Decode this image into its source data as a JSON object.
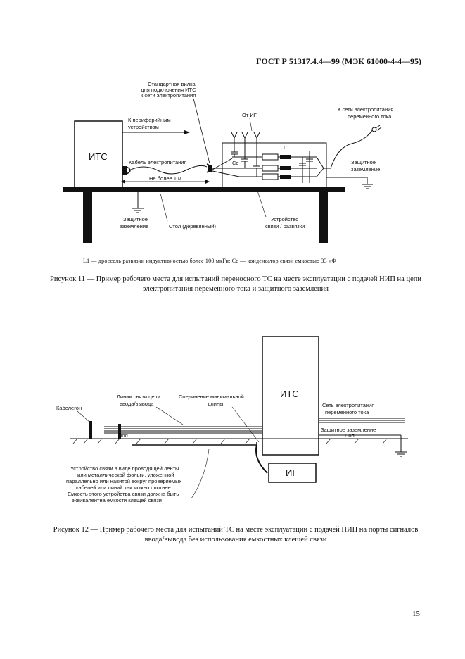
{
  "header": {
    "standard": "ГОСТ Р 51317.4.4—99 (МЭК 61000-4-4—95)"
  },
  "figure11": {
    "its_label": "ИТС",
    "socket_label": [
      "Стандартная вилка",
      "для подключения ИТС",
      "к сети электропитания"
    ],
    "peripheral_label": [
      "К периферийным",
      "устройствам"
    ],
    "from_ig": "От ИГ",
    "mains_label": [
      "К сети электропитания",
      "переменного тока"
    ],
    "power_cable": "Кабель электропитания",
    "max_length": "Не более 1 м",
    "l1": "L1",
    "cc": "Cc",
    "protective_earth_right": [
      "Защитное",
      "заземление"
    ],
    "protective_earth_left": [
      "Защитное",
      "заземление"
    ],
    "table_label": "Стол (деревянный)",
    "coupling_label": [
      "Устройство",
      "связи / развязки"
    ],
    "legend": "L1 — дроссель развязки индуктивностью более 100 мкГн; Cc — конденсатор связи емкостью 33 нФ",
    "caption": "Рисунок 11 — Пример рабочего места для испытаний переносного ТС на месте эксплуатации с подачей НИП на цепи электропитания переменного тока и защитного заземления"
  },
  "figure12": {
    "its_label": "ИТС",
    "ig_label": "ИГ",
    "cable_ducts": "Кабелегон",
    "signal_lines": [
      "Линии связи цепи",
      "ввода/вывода"
    ],
    "min_connection": [
      "Соединение минимальной",
      "длины"
    ],
    "mains_label": [
      "Сеть электропитания",
      "переменного тока"
    ],
    "protective_earth": "Защитное заземление",
    "floor_left": "Пол",
    "floor_right": "Пол",
    "coupling_desc": [
      "Устройство связи в виде проводящей ленты",
      "или металлической фольги, уложенной",
      "параллельно или навитой вокруг проверяемых",
      "кабелей или линий как можно плотнее.",
      "Емкость этого устройства связи должна быть",
      "эквивалентна емкости клещей связи"
    ],
    "caption": "Рисунок 12 — Пример рабочего места для испытаний ТС на месте эксплуатации с подачей НИП на порты сигналов ввода/вывода без использования емкостных клещей связи"
  },
  "page_number": "15"
}
